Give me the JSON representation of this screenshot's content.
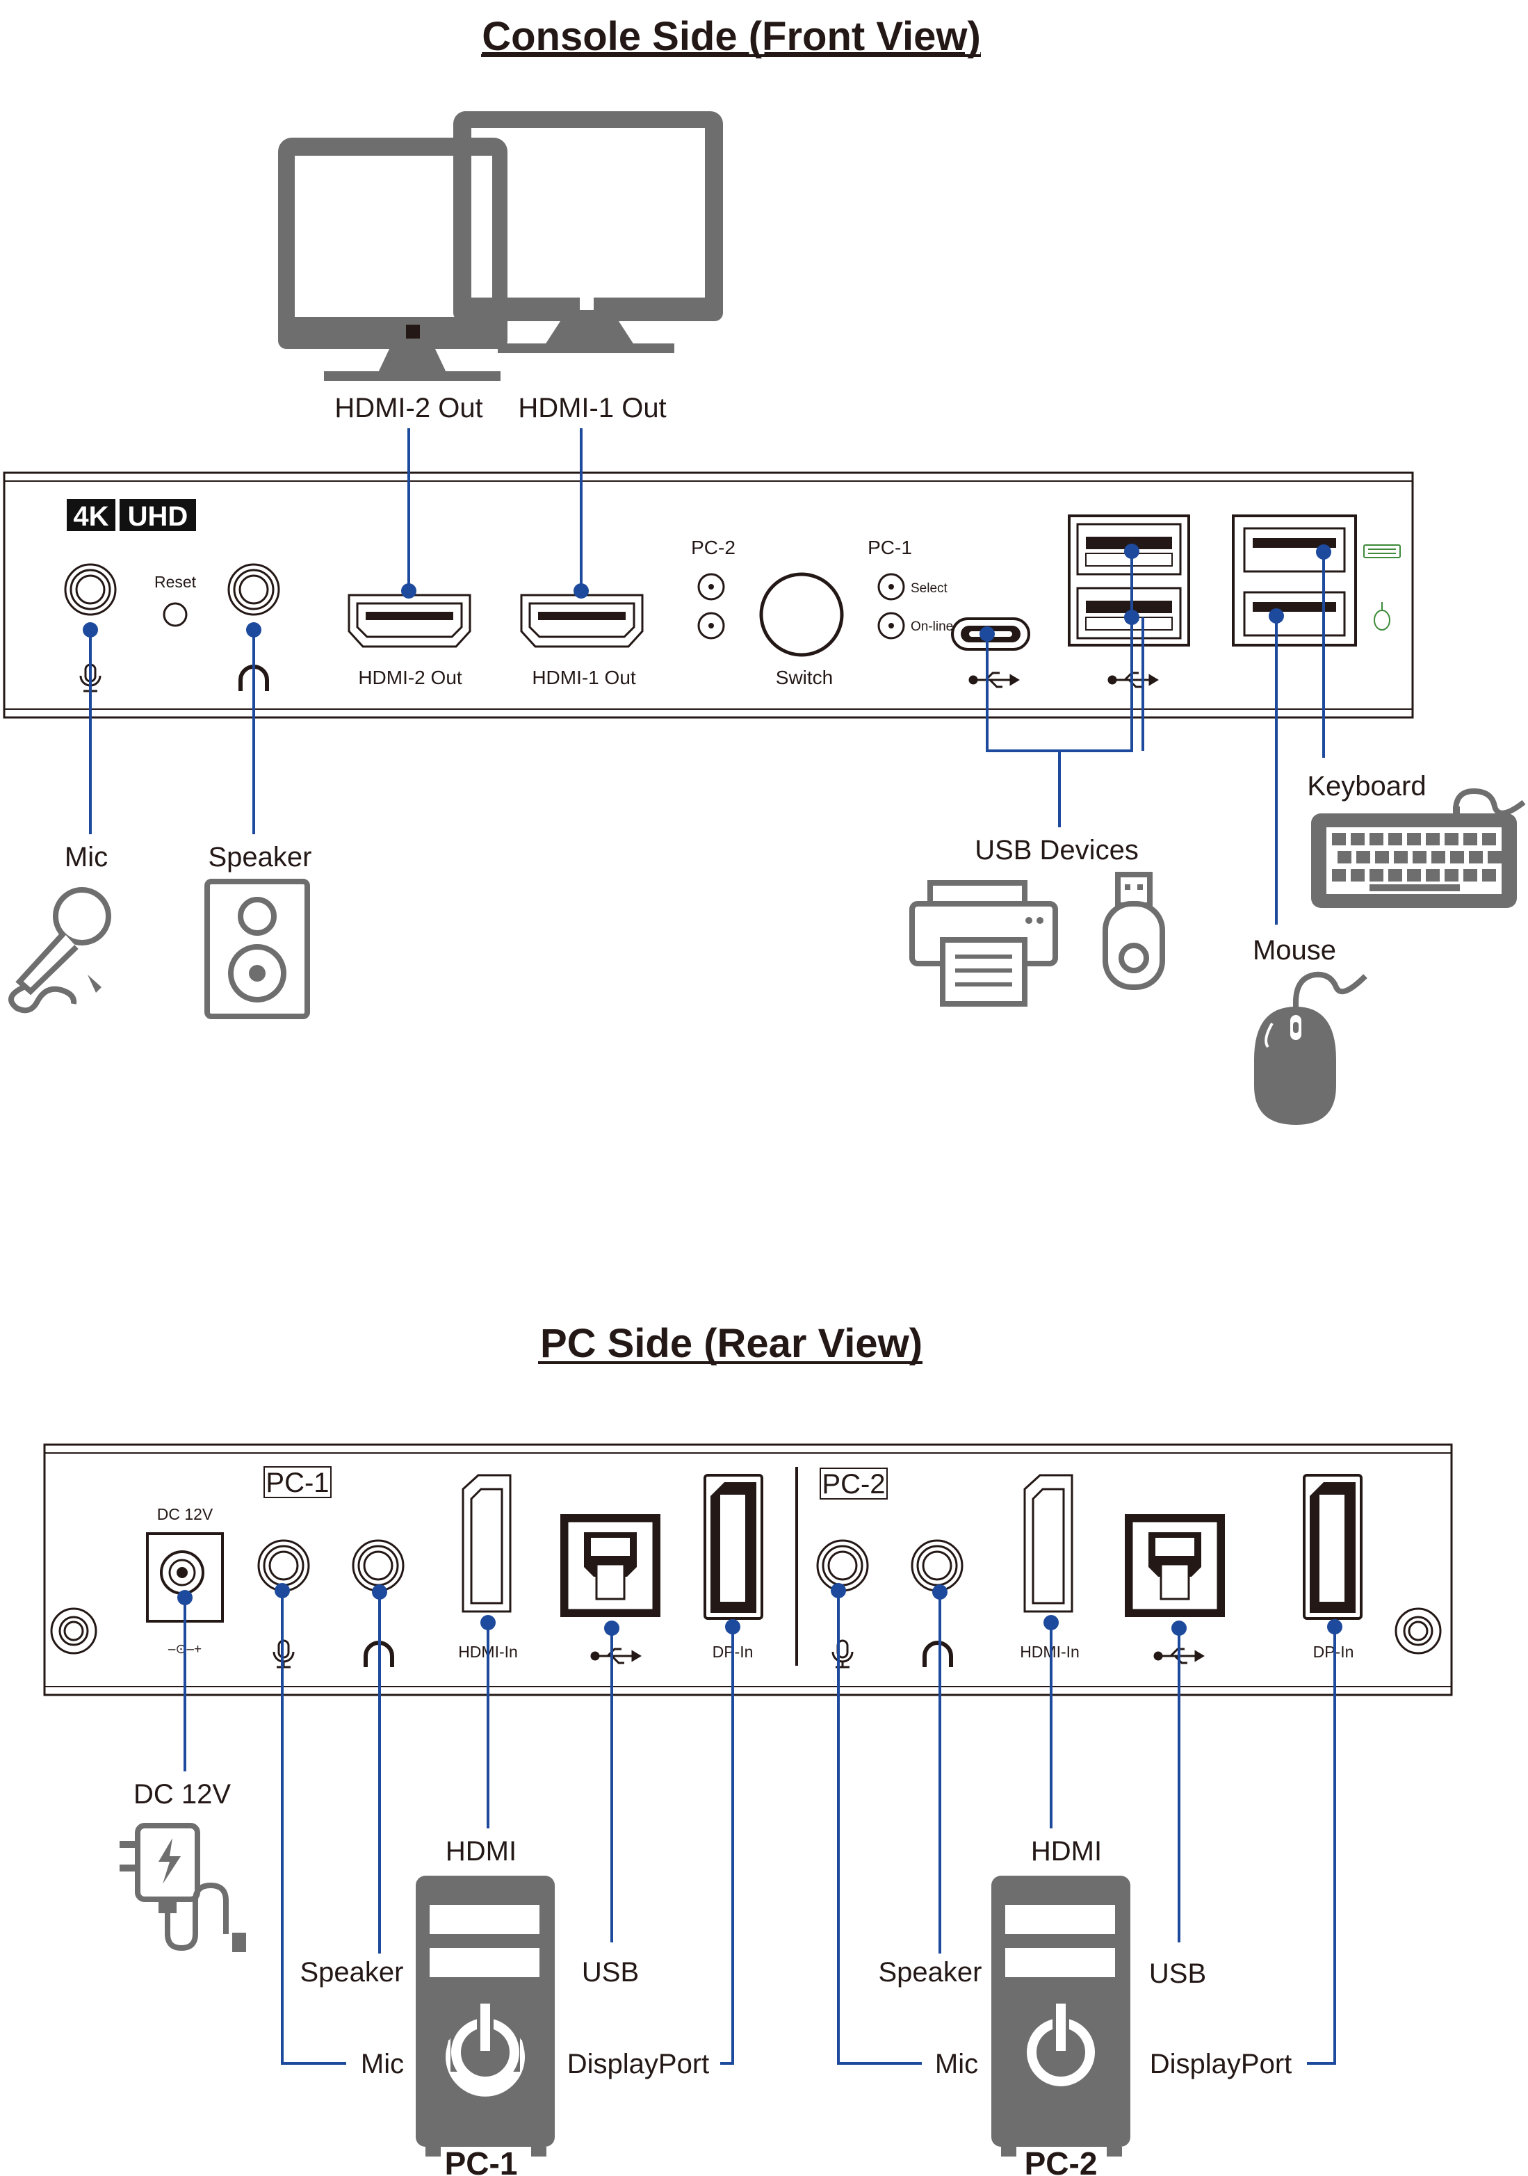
{
  "front": {
    "title": "Console Side (Front View)",
    "badge_4k": "4K",
    "badge_uhd": "UHD",
    "reset": "Reset",
    "pc2": "PC-2",
    "pc1": "PC-1",
    "select": "Select",
    "online": "On-line",
    "switch": "Switch",
    "hdmi2_port": "HDMI-2 Out",
    "hdmi1_port": "HDMI-1 Out",
    "hdmi2_callout": "HDMI-2 Out",
    "hdmi1_callout": "HDMI-1 Out",
    "mic": "Mic",
    "speaker": "Speaker",
    "usb_devices": "USB Devices",
    "keyboard": "Keyboard",
    "mouse": "Mouse"
  },
  "rear": {
    "title": "PC Side (Rear View)",
    "dc_port": "DC 12V",
    "dc_symbol": "–⊙–+",
    "pc1_box": "PC-1",
    "pc2_box": "PC-2",
    "hdmi_in_1": "HDMI-In",
    "dp_in_1": "DP-In",
    "hdmi_in_2": "HDMI-In",
    "dp_in_2": "DP-In",
    "dc_callout": "DC 12V",
    "pc1": {
      "name": "PC-1",
      "hdmi": "HDMI",
      "speaker": "Speaker",
      "usb": "USB",
      "mic": "Mic",
      "displayport": "DisplayPort"
    },
    "pc2": {
      "name": "PC-2",
      "hdmi": "HDMI",
      "speaker": "Speaker",
      "usb": "USB",
      "mic": "Mic",
      "displayport": "DisplayPort"
    }
  },
  "colors": {
    "wire": "#1d4a9c",
    "device": "#6e6e6e",
    "text": "#231816",
    "icon_green": "#3d8a3a"
  }
}
